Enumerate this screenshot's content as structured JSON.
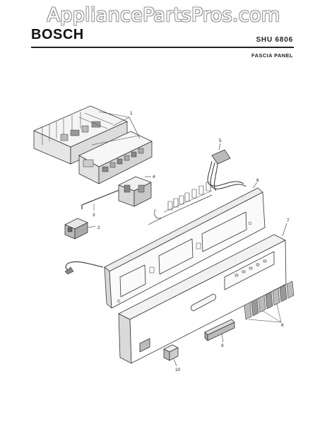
{
  "watermark": "AppliancePartsPros.com",
  "header": {
    "brand": "BOSCH",
    "model": "SHU 6806",
    "section": "FASCIA PANEL"
  },
  "callouts": [
    "1",
    "2",
    "3",
    "4",
    "5",
    "6",
    "7",
    "8",
    "9",
    "10"
  ]
}
